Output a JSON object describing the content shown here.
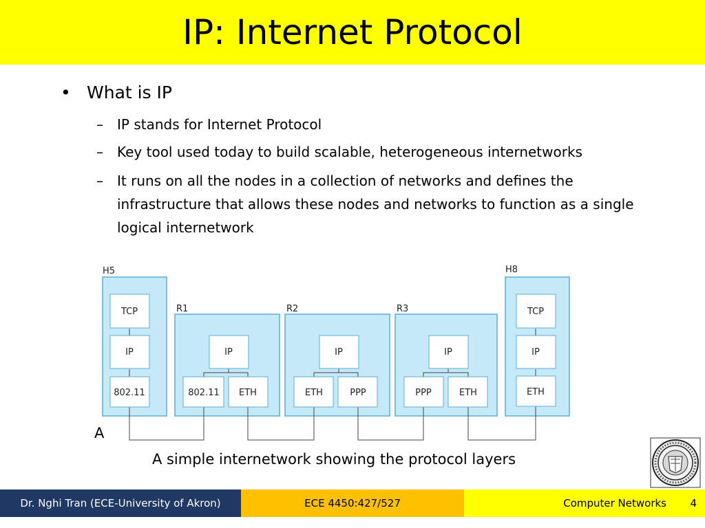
{
  "slide": {
    "title": "IP: Internet Protocol",
    "bullet_marker": "•",
    "dash_marker": "–",
    "main_bullet": "What is IP",
    "sub_bullets": [
      "IP stands for Internet Protocol",
      "Key tool used today to build scalable, heterogeneous internetworks",
      "It runs on all the nodes in a collection of networks and defines the infrastructure that allows these nodes and networks to function as a single logical internetwork"
    ],
    "caption_overlap": "A",
    "caption": "A simple internetwork showing the protocol layers"
  },
  "diagram": {
    "nodes": [
      {
        "name": "H5",
        "layers": [
          "TCP",
          "IP",
          "802.11"
        ]
      },
      {
        "name": "R1",
        "layers": [
          "IP",
          "802.11",
          "ETH"
        ]
      },
      {
        "name": "R2",
        "layers": [
          "IP",
          "ETH",
          "PPP"
        ]
      },
      {
        "name": "R3",
        "layers": [
          "IP",
          "PPP",
          "ETH"
        ]
      },
      {
        "name": "H8",
        "layers": [
          "TCP",
          "IP",
          "ETH"
        ]
      }
    ],
    "box_fill": "#c6e9f7",
    "box_stroke": "#5aaedc"
  },
  "footer": {
    "author": "Dr. Nghi Tran (ECE-University of Akron)",
    "course_code": "ECE 4450:427/527",
    "course_name": "Computer Networks",
    "page": "4"
  },
  "logo": {
    "icon": "university-seal-icon"
  }
}
